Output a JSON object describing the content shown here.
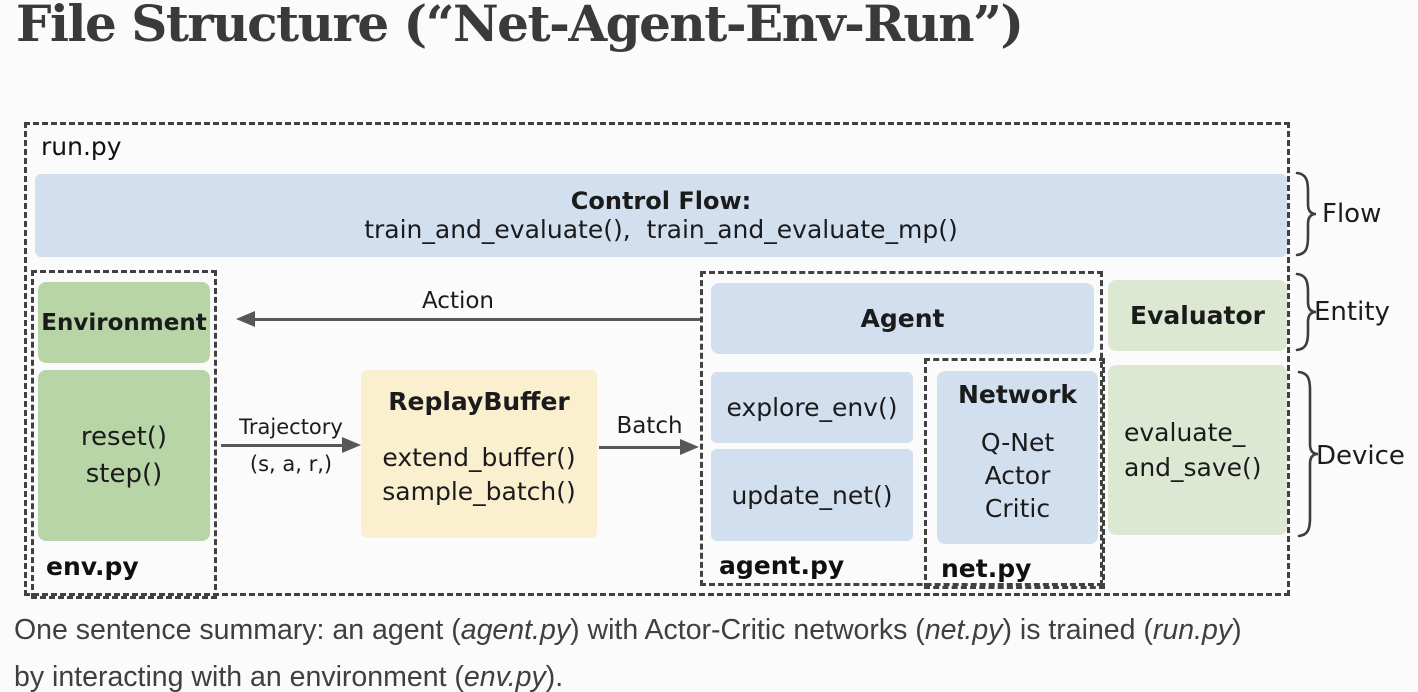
{
  "title": "File Structure (“Net-Agent-Env-Run”)",
  "diagram": {
    "run_module": {
      "filename": "run.py"
    },
    "control_flow": {
      "title": "Control Flow:",
      "functions": "train_and_evaluate(),  train_and_evaluate_mp()"
    },
    "env_module": {
      "filename": "env.py",
      "class_name": "Environment",
      "methods": [
        "reset()",
        "step()"
      ]
    },
    "replay_buffer": {
      "class_name": "ReplayBuffer",
      "methods": [
        "extend_buffer()",
        "sample_batch()"
      ]
    },
    "agent_module": {
      "filename": "agent.py",
      "class_name": "Agent",
      "methods": [
        "explore_env()",
        "update_net()"
      ]
    },
    "net_module": {
      "filename": "net.py",
      "class_name": "Network",
      "networks": [
        "Q-Net",
        "Actor",
        "Critic"
      ]
    },
    "evaluator": {
      "class_name": "Evaluator",
      "method_lines": [
        "evaluate_",
        "and_save()"
      ]
    },
    "arrows": {
      "action": {
        "label": "Action"
      },
      "trajectory": {
        "label": "Trajectory",
        "tuple": "(s, a, r,)"
      },
      "batch": {
        "label": "Batch"
      }
    },
    "braces": {
      "flow": "Flow",
      "entity": "Entity",
      "device": "Device"
    },
    "colors": {
      "blue": "#d2dfef",
      "green": "#b7d5a6",
      "light_green": "#dce8d2",
      "cream": "#faf0d0",
      "line": "#414141",
      "arrow": "#575757"
    }
  },
  "summary": {
    "segments": [
      {
        "text": "One sentence summary: an agent ("
      },
      {
        "text": "agent.py",
        "italic": true
      },
      {
        "text": ") with Actor-Critic networks ("
      },
      {
        "text": "net.py",
        "italic": true
      },
      {
        "text": ") is trained ("
      },
      {
        "text": "run.py",
        "italic": true
      },
      {
        "text": ")"
      },
      {
        "break": true
      },
      {
        "text": "by interacting with an environment ("
      },
      {
        "text": "env.py",
        "italic": true
      },
      {
        "text": ")."
      }
    ]
  }
}
